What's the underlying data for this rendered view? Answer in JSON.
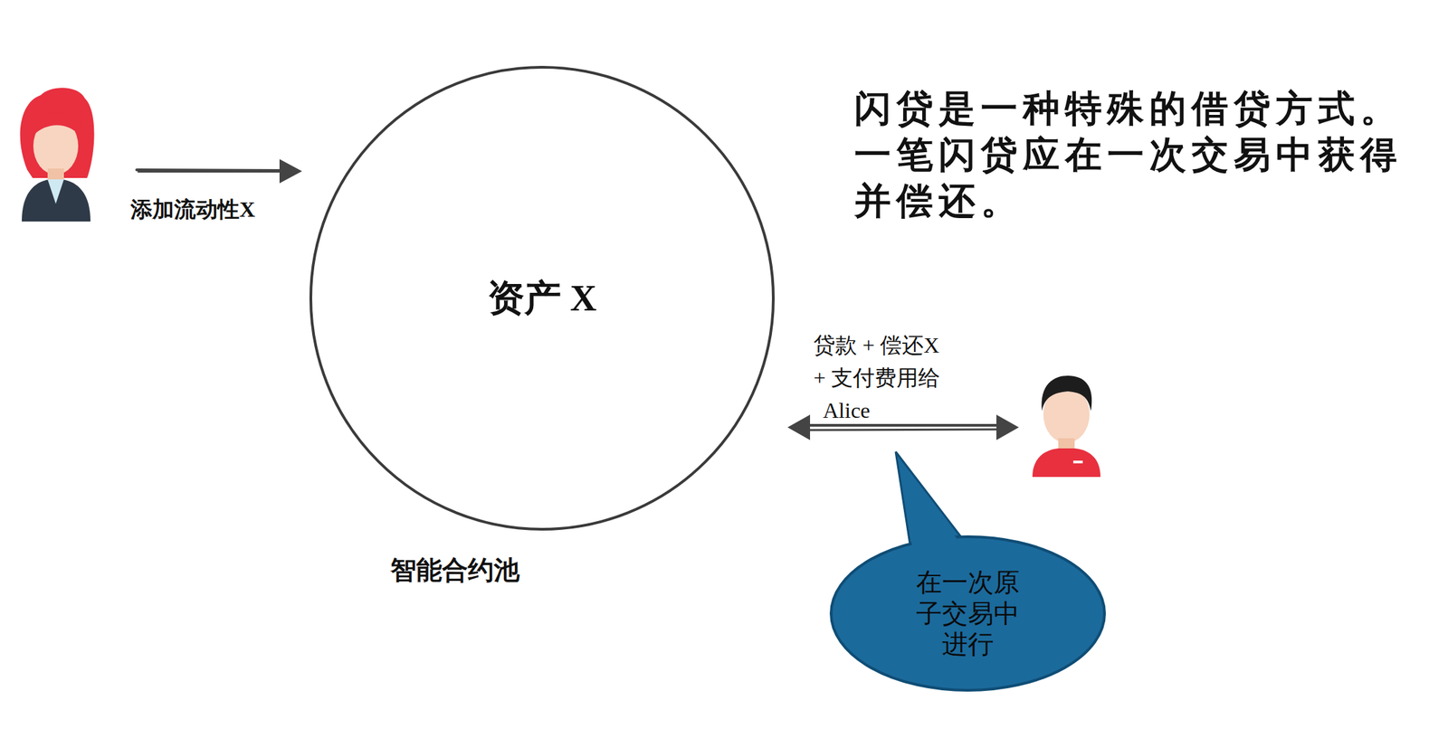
{
  "diagram": {
    "nodes": [
      {
        "text": [
          "资产 X",
          "智能合约池"
        ]
      },
      {
        "text": [
          "在一次原子交易中进行"
        ]
      }
    ],
    "labels": [
      "闪贷是一种特殊的借贷方式。一笔闪贷应在一次交易中获得并偿还。",
      "添加流动性X",
      "贷款 + 偿还X + 支付费用给 Alice"
    ]
  }
}
